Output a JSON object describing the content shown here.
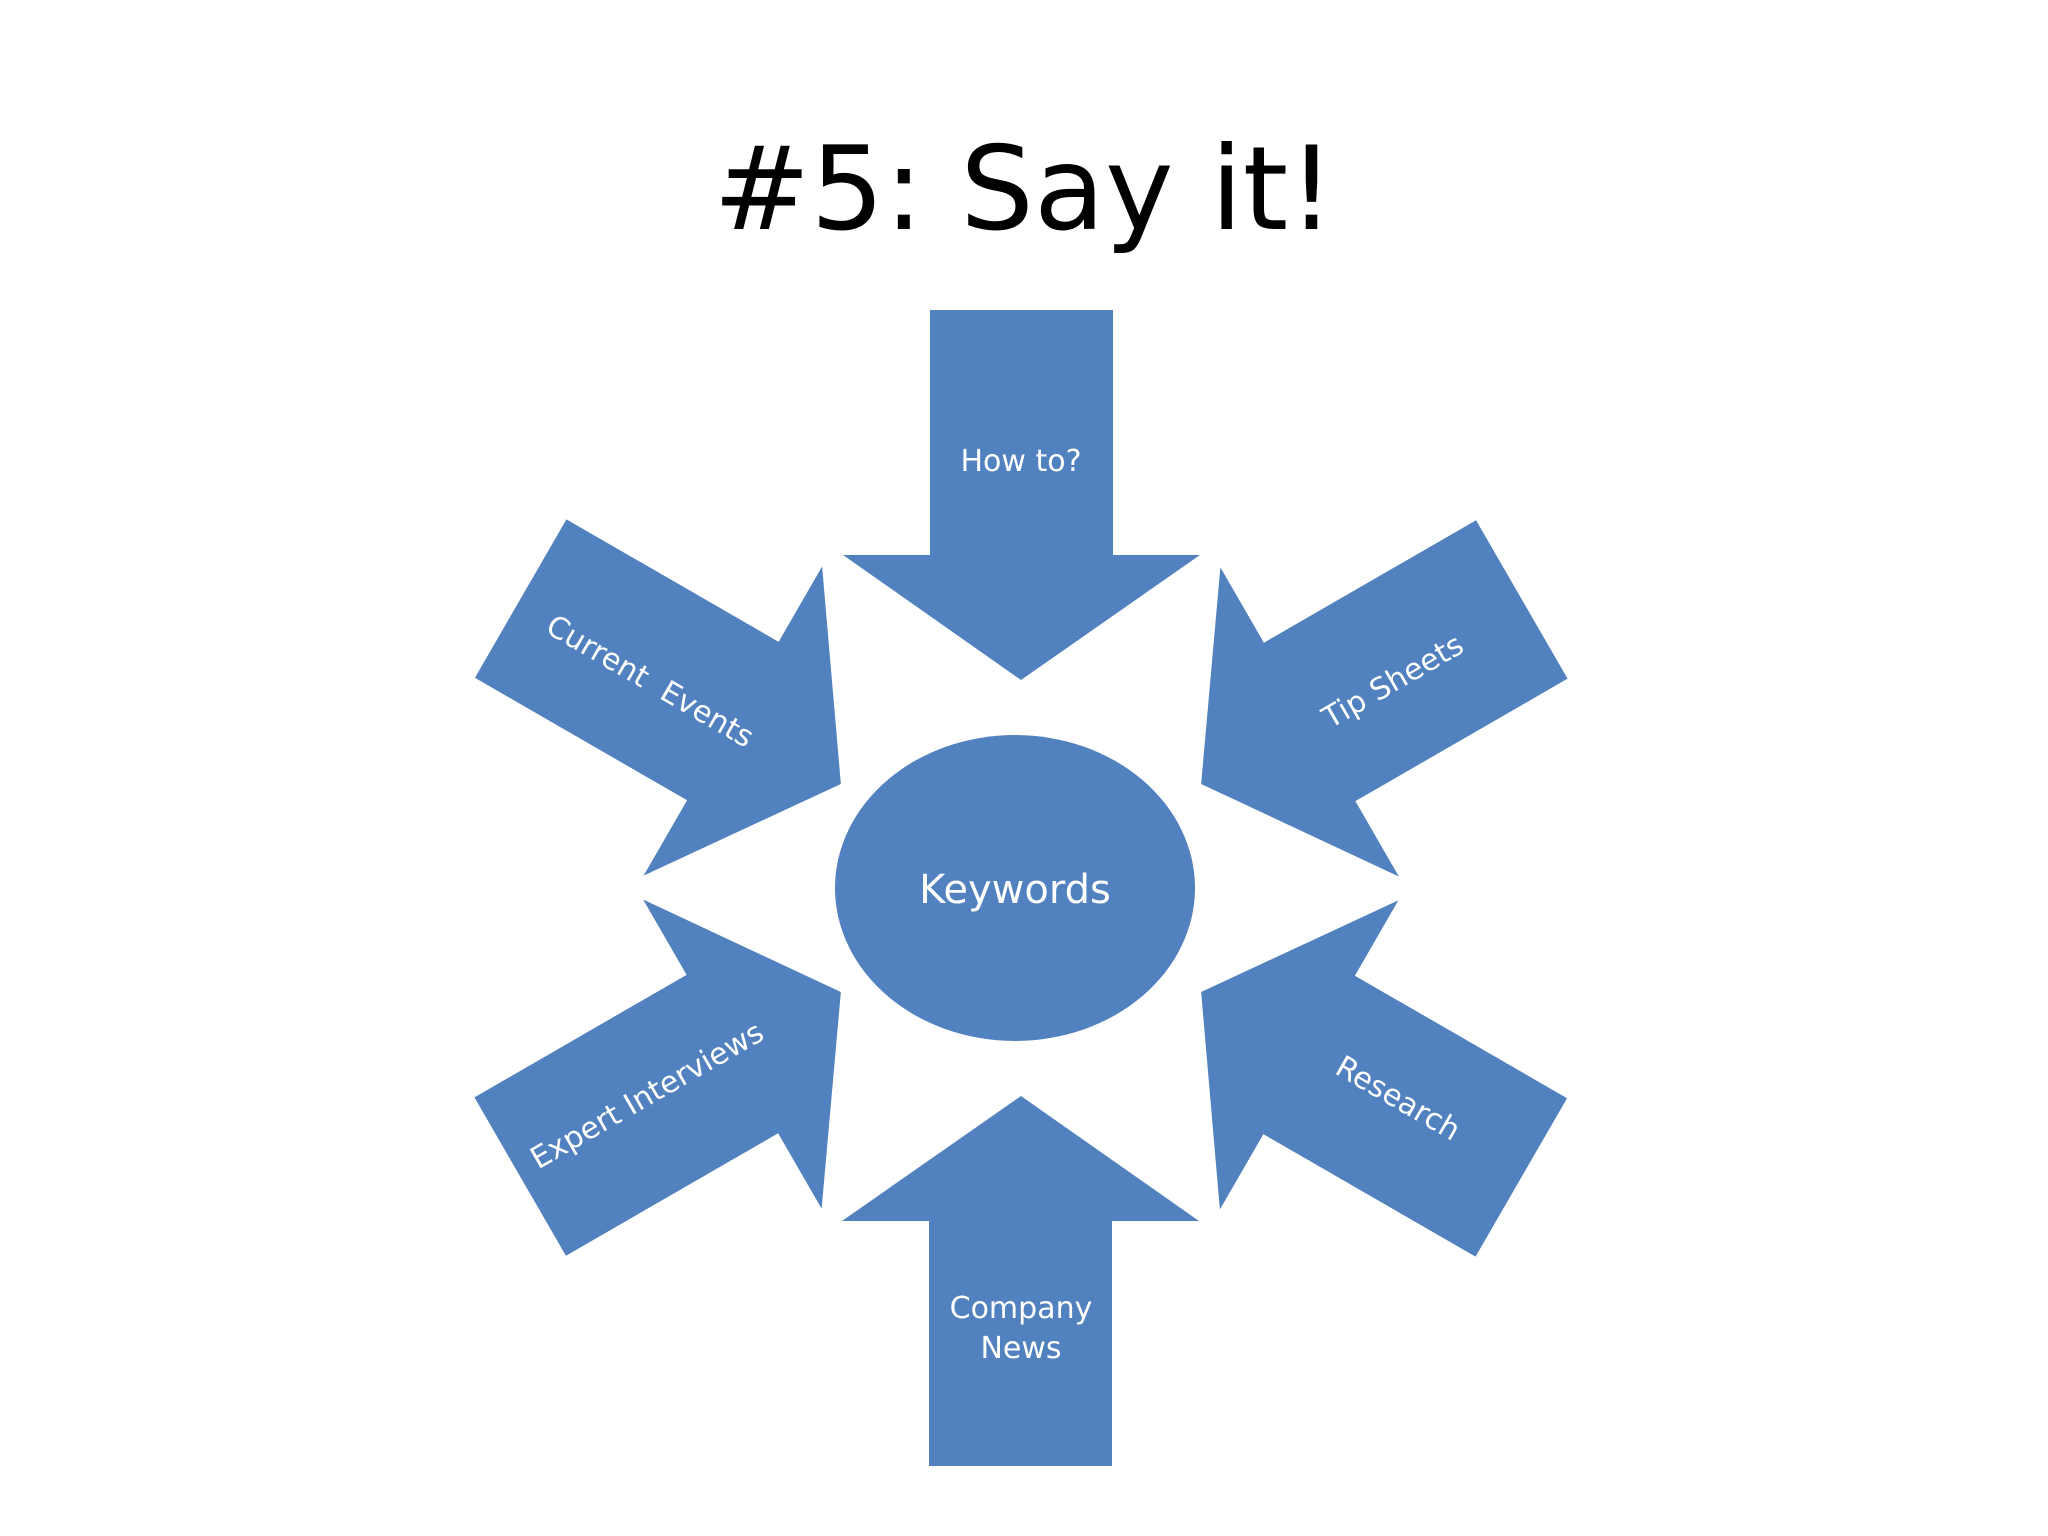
{
  "slide": {
    "title": "#5: Say it!"
  },
  "diagram": {
    "center": {
      "label": "Keywords"
    },
    "arrows": [
      {
        "id": "top",
        "lines": [
          "How to?"
        ]
      },
      {
        "id": "upper-left",
        "lines": [
          "Current  Events"
        ]
      },
      {
        "id": "upper-right",
        "lines": [
          "Tip Sheets"
        ]
      },
      {
        "id": "lower-left",
        "lines": [
          "Expert Interviews"
        ]
      },
      {
        "id": "lower-right",
        "lines": [
          "Research"
        ]
      },
      {
        "id": "bottom",
        "lines": [
          "Company",
          "News"
        ]
      }
    ]
  },
  "colors": {
    "shape_fill": "#5181BE",
    "label": "#FFFFFF",
    "title": "#000000",
    "background": "#FFFFFF"
  }
}
